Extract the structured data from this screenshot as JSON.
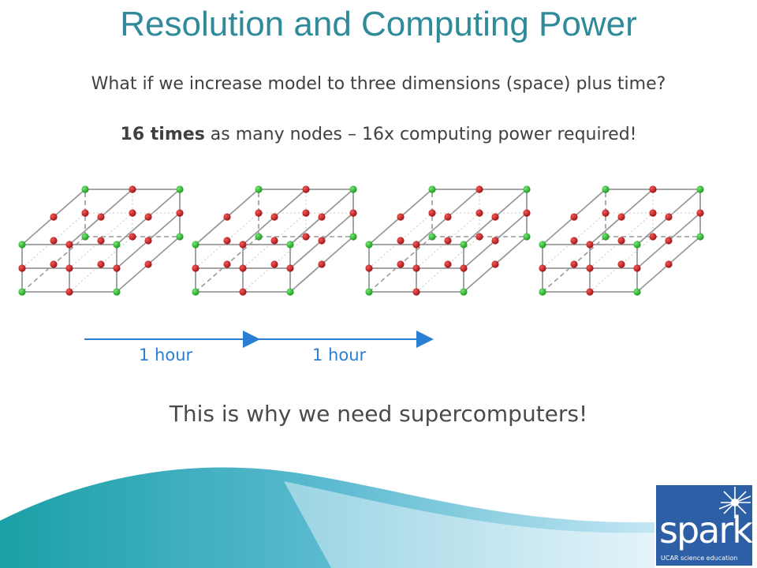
{
  "slide": {
    "title": "Resolution and Computing Power",
    "line1": "What if we increase model to three dimensions (space) plus time?",
    "line2_bold": "16 times",
    "line2_rest": " as many nodes – 16x computing power required!",
    "conclusion": "This is why we need supercomputers!"
  },
  "timeline": {
    "labels": [
      "1 hour",
      "1 hour"
    ]
  },
  "logo": {
    "word": "spark",
    "tagline": "UCAR science education"
  },
  "colors": {
    "title": "#2f8a9a",
    "node_green": "#22b522",
    "node_red": "#c41a1a",
    "arrow": "#2a7fd4",
    "wave_start": "#1aa0a6",
    "wave_end": "#a7d8ee",
    "logo_bg": "#2d5fa6"
  },
  "diagram": {
    "cube_count": 4
  }
}
